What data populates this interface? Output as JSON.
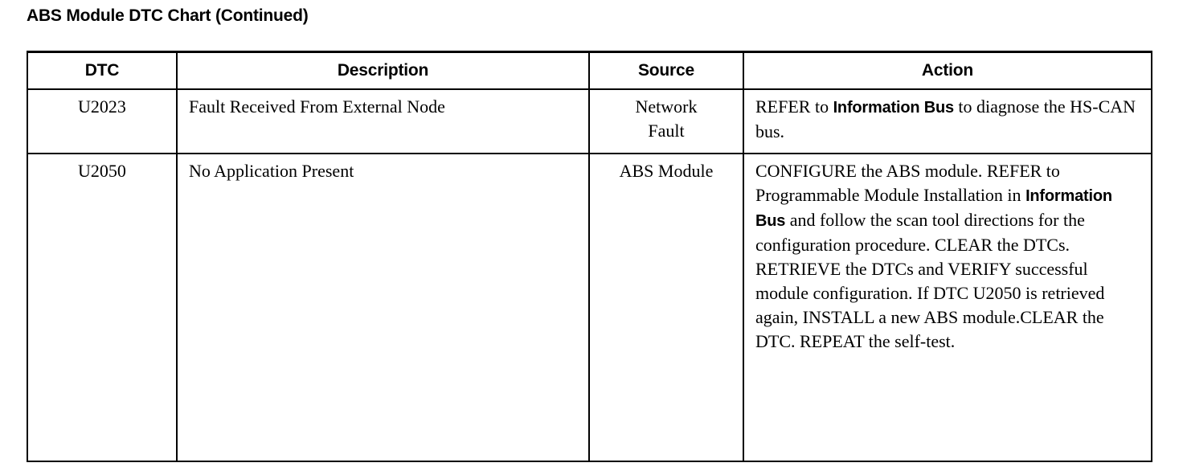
{
  "document": {
    "title": "ABS Module DTC Chart (Continued)"
  },
  "table": {
    "columns": [
      {
        "key": "dtc",
        "label": "DTC"
      },
      {
        "key": "description",
        "label": "Description"
      },
      {
        "key": "source",
        "label": "Source"
      },
      {
        "key": "action",
        "label": "Action"
      }
    ],
    "rows": [
      {
        "dtc": "U2023",
        "description": "Fault Received From External Node",
        "source_line_1": "Network",
        "source_line_2": "Fault",
        "action_part_1": "REFER to ",
        "action_xref_1": "Information Bus",
        "action_part_2": " to diagnose the HS-CAN bus.",
        "action_xref_2": "",
        "action_part_3": ""
      },
      {
        "dtc": "U2050",
        "description": "No Application Present",
        "source_line_1": "ABS Module",
        "source_line_2": "",
        "action_part_1": "CONFIGURE the ABS module. REFER to Programmable Module Installation in ",
        "action_xref_1": "Information Bus",
        "action_part_2": " and follow the scan tool directions for the configuration procedure. CLEAR the DTCs. RETRIEVE the DTCs and VERIFY successful module configuration. If DTC U2050 is retrieved again, INSTALL a new ABS module.CLEAR the DTC. REPEAT the self-test.",
        "action_xref_2": "",
        "action_part_3": ""
      }
    ]
  },
  "colors": {
    "background": "#ffffff",
    "text": "#000000",
    "rule": "#000000"
  }
}
